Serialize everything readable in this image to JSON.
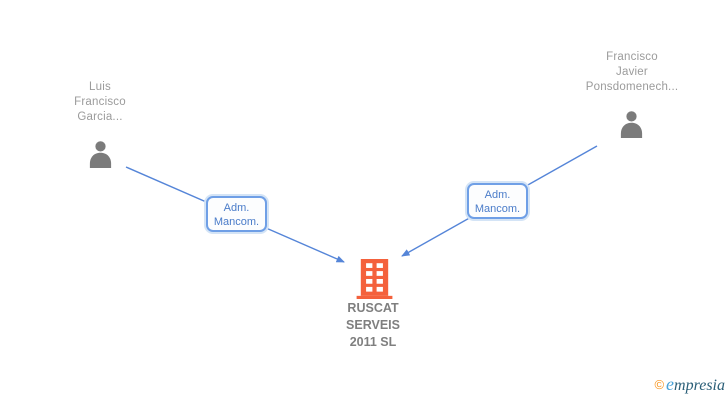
{
  "diagram": {
    "nodes": {
      "person_left": {
        "id": "person-luis-francisco-garcia",
        "lines": [
          "Luis",
          "Francisco",
          "Garcia..."
        ]
      },
      "person_right": {
        "id": "person-francisco-javier-ponsdomenech",
        "lines": [
          "Francisco",
          "Javier",
          "Ponsdomenech..."
        ]
      },
      "company": {
        "id": "company-ruscat-serveis-2011-sl",
        "lines": [
          "RUSCAT",
          "SERVEIS",
          "2011 SL"
        ]
      }
    },
    "edges": [
      {
        "from": "person_left",
        "to": "company",
        "label_lines": [
          "Adm.",
          "Mancom."
        ]
      },
      {
        "from": "person_right",
        "to": "company",
        "label_lines": [
          "Adm.",
          "Mancom."
        ]
      }
    ],
    "colors": {
      "arrow": "#5585d8",
      "person_icon": "#7b7b7b",
      "person_name_text": "#9b9b9b",
      "company_icon": "#f4613c",
      "company_name_text": "#7f7f7f",
      "edge_label_text": "#4a7cc9",
      "edge_label_border": "#6f9fe6",
      "watermark_copyright": "#f7941d",
      "watermark_initial": "#4aa3d8",
      "watermark_text": "#2b5f78"
    }
  },
  "watermark": {
    "copyright": "©",
    "brand_initial": "e",
    "brand_rest": "mpresia"
  }
}
